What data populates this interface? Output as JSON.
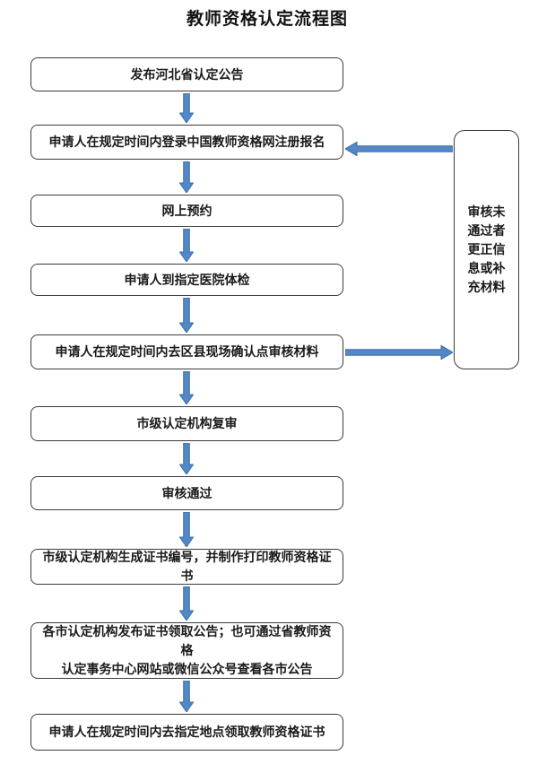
{
  "title": "教师资格认定流程图",
  "colors": {
    "arrow_fill": "#5288c6",
    "arrow_stroke": "#3e6daf",
    "box_border": "#3b3b3b",
    "text": "#1a1a1a",
    "background": "#ffffff"
  },
  "flowchart": {
    "direction": "top-to-bottom",
    "steps": [
      {
        "id": "publish-announcement",
        "label": "发布河北省认定公告"
      },
      {
        "id": "online-registration",
        "label": "申请人在规定时间内登录中国教师资格网注册报名"
      },
      {
        "id": "online-appointment",
        "label": "网上预约"
      },
      {
        "id": "physical-exam",
        "label": "申请人到指定医院体检"
      },
      {
        "id": "onsite-verification",
        "label": "申请人在规定时间内去区县现场确认点审核材料"
      },
      {
        "id": "municipal-review",
        "label": "市级认定机构复审"
      },
      {
        "id": "review-passed",
        "label": "审核通过"
      },
      {
        "id": "certificate-generation",
        "label": "市级认定机构生成证书编号，并制作打印教师资格证书"
      },
      {
        "id": "collection-announcement",
        "label": "各市认定机构发布证书领取公告；也可通过省教师资格认定事务中心网站或微信公众号查看各市公告",
        "lines": [
          "各市认定机构发布证书领取公告；也可通过省教师资格",
          "认定事务中心网站或微信公众号查看各市公告"
        ]
      },
      {
        "id": "certificate-collection",
        "label": "申请人在规定时间内去指定地点领取教师资格证书"
      }
    ],
    "side_note": {
      "id": "review-failed-loop",
      "label": "审核未通过者更正信息或补充材料",
      "lines": [
        "审核未",
        "通过者",
        "更正信",
        "息或补",
        "充材料"
      ],
      "from_step": "onsite-verification",
      "to_step": "online-registration"
    }
  }
}
